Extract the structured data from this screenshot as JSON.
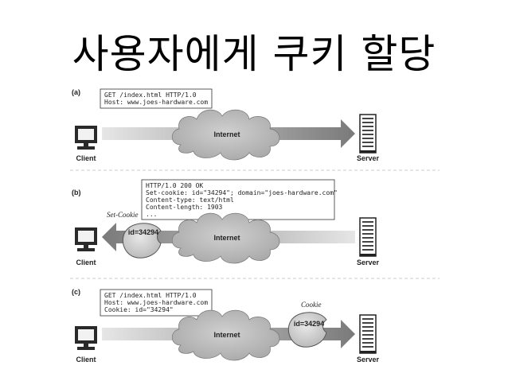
{
  "title": "사용자에게 쿠키 할당",
  "panels": [
    {
      "tag": "(a)",
      "request_lines": [
        "GET /index.html HTTP/1.0",
        "Host: www.joes-hardware.com"
      ],
      "network": "Internet",
      "client": "Client",
      "server": "Server"
    },
    {
      "tag": "(b)",
      "response_lines": [
        "HTTP/1.0 200 OK",
        "Set-cookie: id=\"34294\"; domain=\"joes-hardware.com\"",
        "Content-type: text/html",
        "Content-length: 1903",
        "..."
      ],
      "set_cookie_label": "Set-Cookie",
      "cookie_value": "id=34294",
      "network": "Internet",
      "client": "Client",
      "server": "Server"
    },
    {
      "tag": "(c)",
      "request_lines": [
        "GET /index.html HTTP/1.0",
        "Host: www.joes-hardware.com",
        "Cookie: id=\"34294\""
      ],
      "cookie_label": "Cookie",
      "cookie_value": "id=34294",
      "network": "Internet",
      "client": "Client",
      "server": "Server"
    }
  ]
}
